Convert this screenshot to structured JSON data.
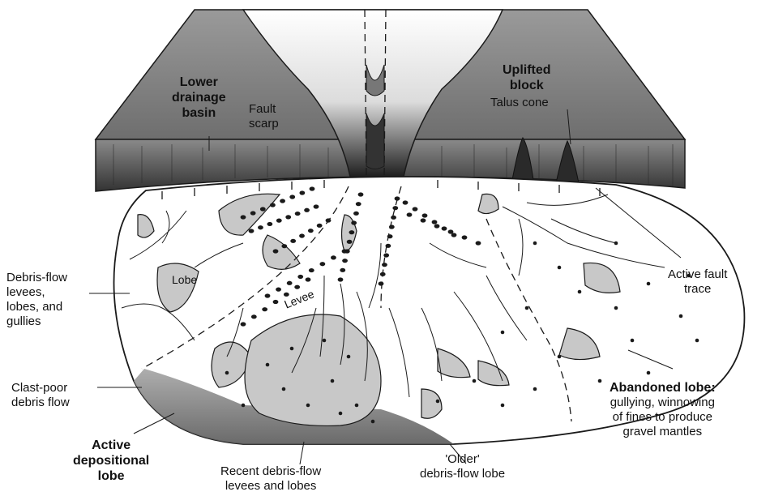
{
  "labels": {
    "lower_drainage_basin": [
      "Lower",
      "drainage",
      "basin"
    ],
    "fault_scarp": [
      "Fault",
      "scarp"
    ],
    "uplifted_block": [
      "Uplifted",
      "block"
    ],
    "talus_cone": "Talus cone",
    "active_fault_trace": [
      "Active fault",
      "trace"
    ],
    "debris_flow_levees": [
      "Debris-flow",
      "levees,",
      "lobes, and",
      "gullies"
    ],
    "lobe": "Lobe",
    "levee": "Levee",
    "clast_poor": [
      "Clast-poor",
      "debris flow"
    ],
    "active_depositional_lobe": [
      "Active",
      "depositional",
      "lobe"
    ],
    "recent_debris_flow": [
      "Recent debris-flow",
      "levees and lobes"
    ],
    "older_lobe": [
      "'Older'",
      "debris-flow lobe"
    ],
    "abandoned_lobe_title": "Abandoned lobe:",
    "abandoned_lobe_desc": [
      "gullying, winnowing",
      "of fines to produce",
      "gravel mantles"
    ]
  },
  "colors": {
    "ink": "#1a1a1a",
    "block_top": "#7a7a7a",
    "scarp_face": "#555555",
    "lobe_fill": "#c8c8c8",
    "active_lobe": "#8f8f8f"
  }
}
